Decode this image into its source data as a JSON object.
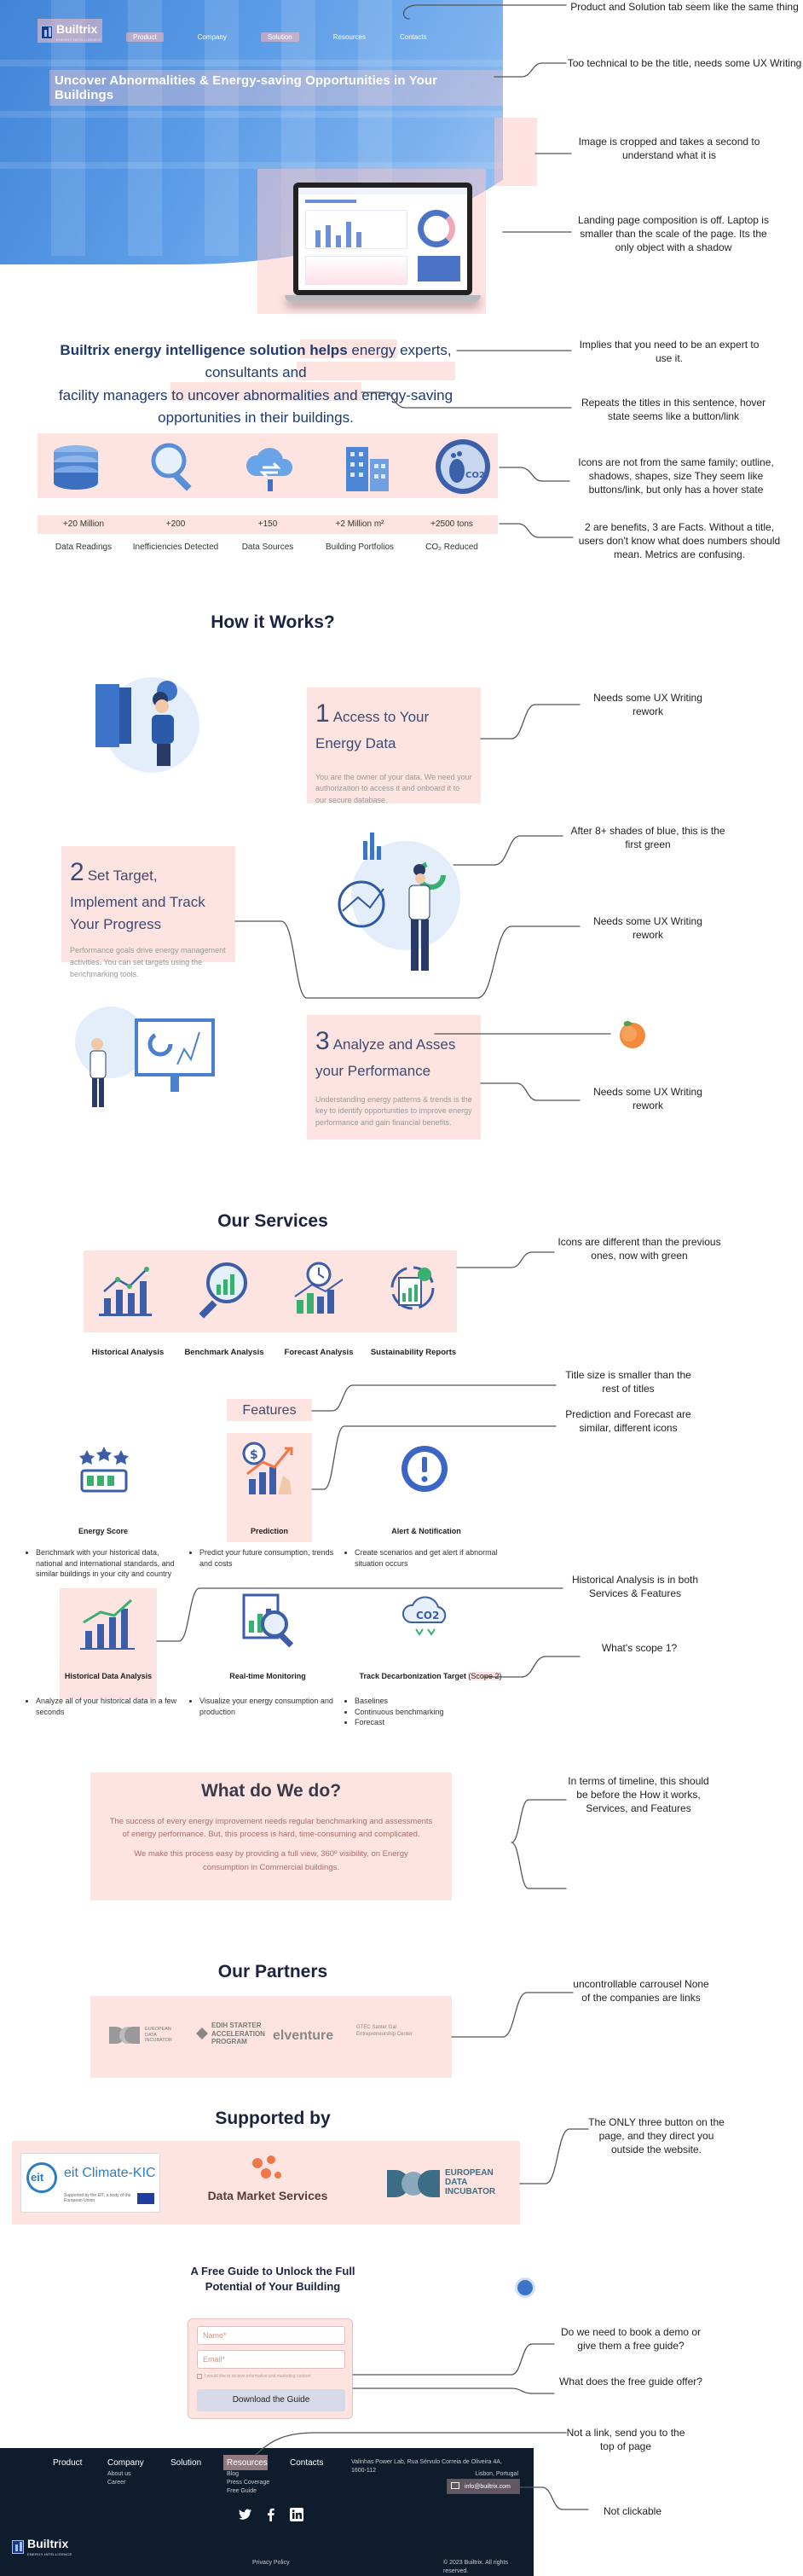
{
  "brand": {
    "name": "Builtrix",
    "tagline": "ENERGY INTELLIGENCE"
  },
  "nav": {
    "items": [
      "Product",
      "Company",
      "Solution",
      "Resources",
      "Contacts"
    ]
  },
  "hero": {
    "title": "Uncover Abnormalities & Energy-saving Opportunities in Your Buildings"
  },
  "intro": {
    "brand_part": "Builtrix energy intelligence solution helps",
    "rest_1": "energy experts, consultants and",
    "line2a": "facility managers",
    "line2b": "to uncover abnormalities and energy-saving",
    "line3": "opportunities in their buildings."
  },
  "stats": [
    {
      "value": "+20 Million",
      "label": "Data Readings"
    },
    {
      "value": "+200",
      "label": "Inefficiencies Detected"
    },
    {
      "value": "+150",
      "label": "Data Sources"
    },
    {
      "value": "+2 Million m²",
      "label": "Building Portfolios"
    },
    {
      "value": "+2500 tons",
      "label": "CO₂ Reduced"
    }
  ],
  "how": {
    "title": "How it Works?",
    "steps": [
      {
        "num": "1",
        "title": "Access to Your Energy Data",
        "text": "You are the owner of your data. We need your authorization to access it and onboard it to our secure database."
      },
      {
        "num": "2",
        "title": "Set Target, Implement and Track Your Progress",
        "text": "Performance goals drive energy management activities. You can set targets using the benchmarking tools."
      },
      {
        "num": "3",
        "title": "Analyze and Asses your Performance",
        "text": "Understanding energy patterns & trends is the key to identify opportunities to improve energy performance and gain financial benefits."
      }
    ]
  },
  "services": {
    "title": "Our Services",
    "items": [
      "Historical Analysis",
      "Benchmark Analysis",
      "Forecast Analysis",
      "Sustainability Reports"
    ]
  },
  "features": {
    "title": "Features",
    "items": [
      {
        "title": "Energy Score",
        "bullets": [
          "Benchmark with your historical data, national and international standards, and similar buildings in your city and country"
        ]
      },
      {
        "title": "Prediction",
        "bullets": [
          "Predict your future consumption, trends and costs"
        ]
      },
      {
        "title": "Alert & Notification",
        "bullets": [
          "Create scenarios and get alert if abnormal situation occurs"
        ]
      },
      {
        "title": "Historical Data Analysis",
        "bullets": [
          "Analyze all of your historical data in a few seconds"
        ]
      },
      {
        "title": "Real-time Monitoring",
        "bullets": [
          "Visualize your energy consumption and production"
        ]
      },
      {
        "title": "Track Decarbonization Target",
        "title_extra": "(Scope 2)",
        "bullets": [
          "Baselines",
          "Continuous benchmarking",
          "Forecast"
        ]
      }
    ]
  },
  "what": {
    "title": "What do We do?",
    "p1": "The success of every energy improvement needs regular benchmarking and assessments of energy performance. But, this process is hard, time-consuming and complicated.",
    "p2": "We make this process easy by providing a full view, 360º visibility, on Energy consumption in Commercial buildings."
  },
  "partners": {
    "title": "Our Partners",
    "items": [
      "EUROPEAN DATA INCUBATOR",
      "EDIH STARTER ACCELERATION PROGRAM",
      "elventure",
      "GTEC Santer Gal Entrepreneurship Center"
    ]
  },
  "supported": {
    "title": "Supported by",
    "items": [
      "eit Climate-KIC",
      "Supported by the EIT, a body of the European Union",
      "Data Market Services",
      "EUROPEAN DATA INCUBATOR"
    ]
  },
  "guide": {
    "title": "A Free Guide to Unlock the Full Potential of Your Building",
    "name_ph": "Name*",
    "email_ph": "Email*",
    "consent": "I would like to receive informative and marketing content",
    "button": "Download the Guide"
  },
  "footer": {
    "nav": [
      "Product",
      "Company",
      "Solution",
      "Resources",
      "Contacts"
    ],
    "company_sub": [
      "About us",
      "Career"
    ],
    "solution_sub": [
      "Blog",
      "Press Coverage",
      "Free Guide"
    ],
    "address": "Valinhas Power Lab, Rua Sérvulo Correia de Oliveira 4A, 1600-112",
    "city": "Lisbon, Portugal",
    "email": "info@builtrix.com",
    "privacy": "Privacy Policy",
    "copyright": "© 2023 Builtrix. All rights reserved."
  },
  "notes": [
    "Product and Solution tab seem like the same thing",
    "Too technical to be the title, needs some UX Writing",
    "Image is cropped and takes a second to understand what it is",
    "Landing page composition is off. Laptop is smaller than the scale of the page. Its the only object with a shadow",
    "Implies that you need to be an expert to use it.",
    "Repeats the titles in this sentence, hover state seems like a button/link",
    "Icons are not from the same family; outline, shadows, shapes, size They seem like buttons/link, but only has a hover state",
    "2 are benefits, 3 are Facts. Without a title, users don't know what does numbers should mean. Metrics are confusing.",
    "Needs some UX Writing rework",
    "After 8+ shades of blue, this is the first green",
    "Needs some UX Writing rework",
    "Needs some UX Writing rework",
    "Icons are different than the previous ones, now with green",
    "Title size is smaller than the rest of titles",
    "Prediction and Forecast are similar, different icons",
    "Historical Analysis is in both Services & Features",
    "What's scope 1?",
    "In terms of timeline, this should be before the How it works, Services, and Features",
    "uncontrollable carrousel None of the companies are links",
    "The ONLY three button on the page, and they direct you outside the website.",
    "Do we need to book a demo or give them a free guide?",
    "What does the free guide offer?",
    "Not a link, send you to the top of page",
    "Not clickable"
  ]
}
